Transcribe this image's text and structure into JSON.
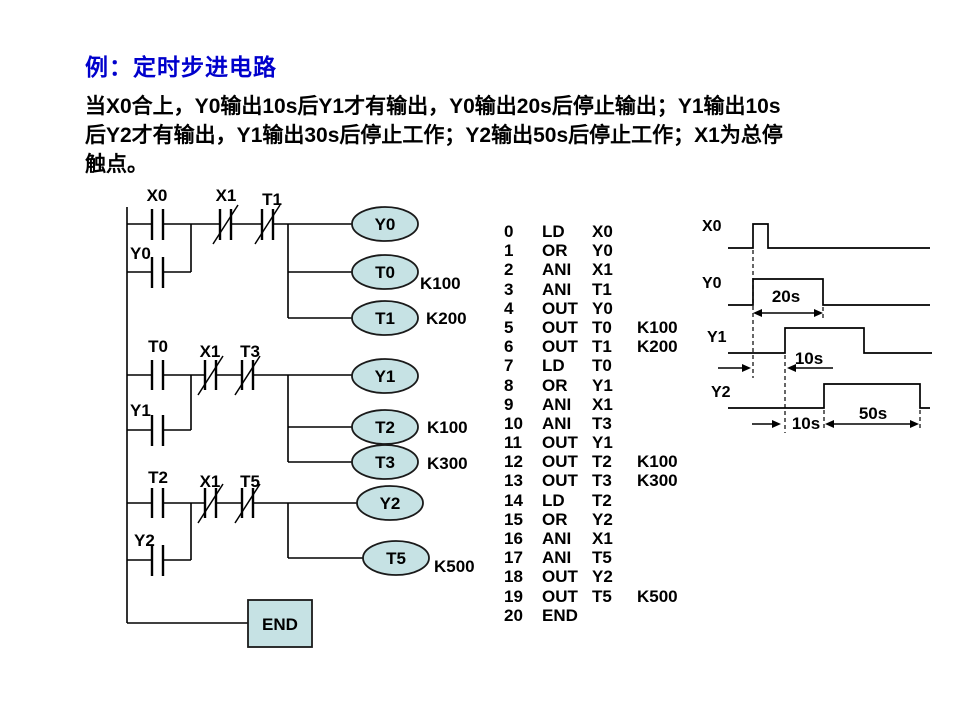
{
  "title": "例：定时步进电路",
  "description": "当X0合上，Y0输出10s后Y1才有输出，Y0输出20s后停止输出；Y1输出10s\n后Y2才有输出，Y1输出30s后停止工作；Y2输出50s后停止工作；X1为总停\n触点。",
  "colors": {
    "title_blue": "#0000cc",
    "coil_fill": "#c6e2e4",
    "line_black": "#000000"
  },
  "ladder": {
    "rungs": [
      {
        "contacts": [
          {
            "label": "X0",
            "type": "NO"
          },
          {
            "label": "X1",
            "type": "NC"
          },
          {
            "label": "T1",
            "type": "NC"
          }
        ],
        "parallel": "Y0",
        "outputs": [
          {
            "label": "Y0",
            "k": ""
          },
          {
            "label": "T0",
            "k": "K100"
          },
          {
            "label": "T1",
            "k": "K200"
          }
        ]
      },
      {
        "contacts": [
          {
            "label": "T0",
            "type": "NO"
          },
          {
            "label": "X1",
            "type": "NC"
          },
          {
            "label": "T3",
            "type": "NC"
          }
        ],
        "parallel": "Y1",
        "outputs": [
          {
            "label": "Y1",
            "k": ""
          },
          {
            "label": "T2",
            "k": "K100"
          },
          {
            "label": "T3",
            "k": "K300"
          }
        ]
      },
      {
        "contacts": [
          {
            "label": "T2",
            "type": "NO"
          },
          {
            "label": "X1",
            "type": "NC"
          },
          {
            "label": "T5",
            "type": "NC"
          }
        ],
        "parallel": "Y2",
        "outputs": [
          {
            "label": "Y2",
            "k": ""
          },
          {
            "label": "T5",
            "k": "K500"
          }
        ]
      }
    ],
    "end_label": "END"
  },
  "instructions": {
    "rows": [
      {
        "step": "0",
        "op": "LD",
        "operand": "X0",
        "k": ""
      },
      {
        "step": "1",
        "op": "OR",
        "operand": "Y0",
        "k": ""
      },
      {
        "step": "2",
        "op": "ANI",
        "operand": "X1",
        "k": ""
      },
      {
        "step": "3",
        "op": "ANI",
        "operand": "T1",
        "k": ""
      },
      {
        "step": "4",
        "op": "OUT",
        "operand": "Y0",
        "k": ""
      },
      {
        "step": "5",
        "op": "OUT",
        "operand": "T0",
        "k": "K100"
      },
      {
        "step": "6",
        "op": "OUT",
        "operand": "T1",
        "k": "K200"
      },
      {
        "step": "7",
        "op": "LD",
        "operand": "T0",
        "k": ""
      },
      {
        "step": "8",
        "op": "OR",
        "operand": "Y1",
        "k": ""
      },
      {
        "step": "9",
        "op": "ANI",
        "operand": "X1",
        "k": ""
      },
      {
        "step": "10",
        "op": "ANI",
        "operand": "T3",
        "k": ""
      },
      {
        "step": "11",
        "op": "OUT",
        "operand": "Y1",
        "k": ""
      },
      {
        "step": "12",
        "op": "OUT",
        "operand": "T2",
        "k": "K100"
      },
      {
        "step": "13",
        "op": "OUT",
        "operand": "T3",
        "k": "K300"
      },
      {
        "step": "14",
        "op": "LD",
        "operand": "T2",
        "k": ""
      },
      {
        "step": "15",
        "op": "OR",
        "operand": "Y2",
        "k": ""
      },
      {
        "step": "16",
        "op": "ANI",
        "operand": "X1",
        "k": ""
      },
      {
        "step": "17",
        "op": "ANI",
        "operand": "T5",
        "k": ""
      },
      {
        "step": "18",
        "op": "OUT",
        "operand": "Y2",
        "k": ""
      },
      {
        "step": "19",
        "op": "OUT",
        "operand": "T5",
        "k": "K500"
      },
      {
        "step": "20",
        "op": "END",
        "operand": "",
        "k": ""
      }
    ]
  },
  "timing": {
    "signals": [
      {
        "label": "X0"
      },
      {
        "label": "Y0"
      },
      {
        "label": "Y1"
      },
      {
        "label": "Y2"
      }
    ],
    "annotations": {
      "y0_high": "20s",
      "y1_delay": "10s",
      "y2_delay": "10s",
      "y2_high": "50s"
    }
  }
}
